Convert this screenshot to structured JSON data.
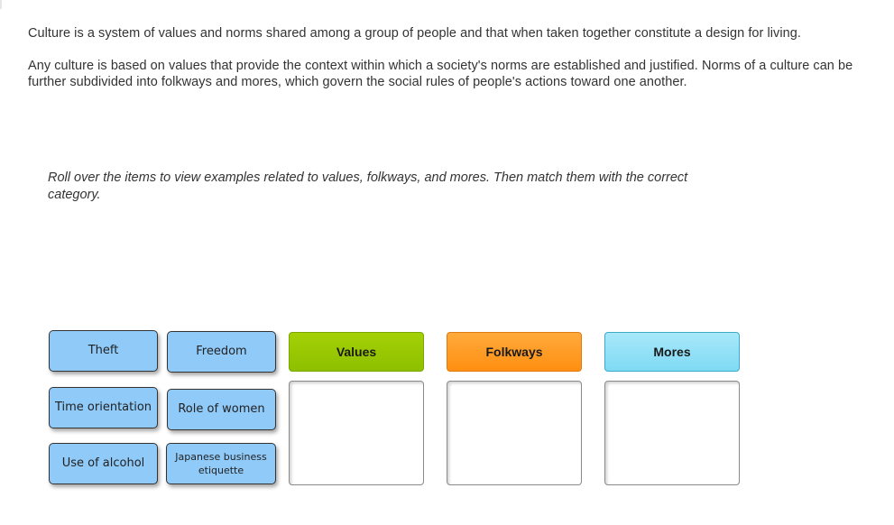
{
  "intro": {
    "paragraph1": "Culture is a system of values and norms shared among a group of people and that when taken together constitute a design for living.",
    "paragraph2": "Any culture is based on values that provide the context within which a society's norms are established and justified. Norms of a culture can be further subdivided into folkways and mores, which govern the social rules of people's actions toward one another."
  },
  "instruction": "Roll over the items to view examples related to values, folkways, and mores. Then match them with the correct category.",
  "items": [
    {
      "label": "Theft"
    },
    {
      "label": "Freedom"
    },
    {
      "label": "Time orientation"
    },
    {
      "label": "Role of women"
    },
    {
      "label": "Use of alcohol"
    },
    {
      "label": "Japanese business etiquette"
    }
  ],
  "categories": [
    {
      "label": "Values",
      "color": "#8ec000"
    },
    {
      "label": "Folkways",
      "color": "#ff8f12"
    },
    {
      "label": "Mores",
      "color": "#7fdaf4"
    }
  ],
  "colors": {
    "item_fill": "#90caf9",
    "item_border": "#333333"
  }
}
